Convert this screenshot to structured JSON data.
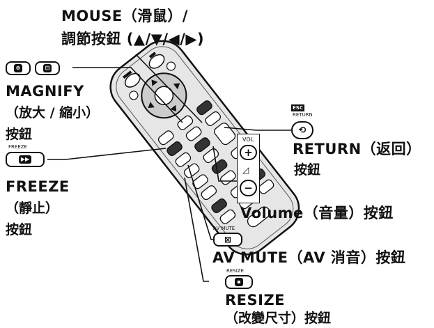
{
  "labels": {
    "mouse_line1": "MOUSE（滑鼠）/",
    "mouse_line2": "調節按鈕 (▲/▼/◀/▶)",
    "magnify_line1": "MAGNIFY",
    "magnify_line2": "（放大 / 縮小）",
    "magnify_line3": "按鈕",
    "return_line1": "RETURN（返回）",
    "return_line2": "按鈕",
    "freeze_line1": "FREEZE",
    "freeze_line2": "（靜止）",
    "freeze_line3": "按鈕",
    "volume_line": "Volume（音量）按鈕",
    "avmute_line": "AV MUTE（AV 消音）按鈕",
    "resize_line1": "RESIZE",
    "resize_line2": "（改變尺寸）按鈕"
  },
  "button_captions": {
    "freeze": "FREEZE",
    "avmute": "AV MUTE",
    "resize": "RESIZE",
    "vol": "VOL",
    "return_top": "RETURN"
  },
  "icons": {
    "magnify_plus": "magnify-plus-icon",
    "magnify_minus": "magnify-minus-icon",
    "return": "return-mouse-icon",
    "freeze": "freeze-icon",
    "avmute": "av-mute-icon",
    "resize": "resize-icon",
    "vol_plus": "plus-icon",
    "vol_minus": "minus-icon"
  }
}
